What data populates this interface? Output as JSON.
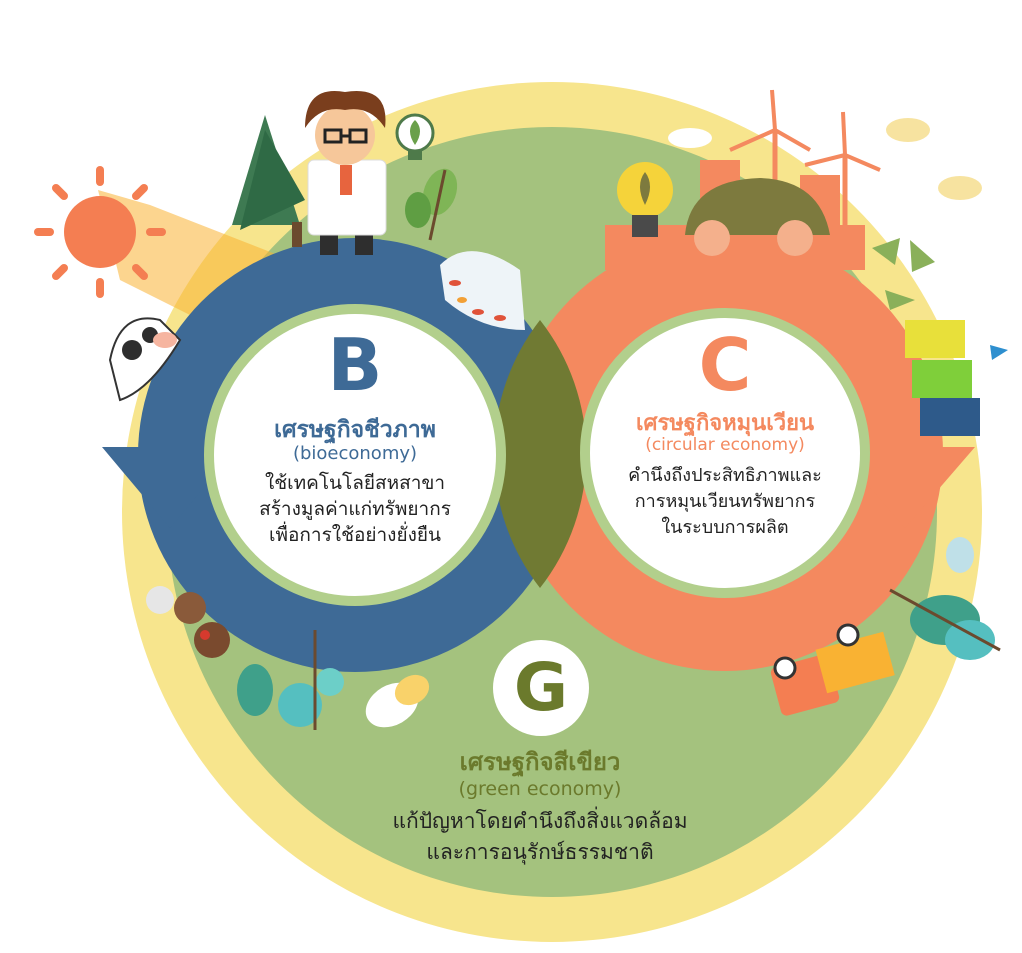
{
  "colors": {
    "outer_ring": "#f7e58d",
    "green_field": "#a4c27e",
    "blue": "#3e6a96",
    "orange": "#f4895f",
    "overlap": "#707a33",
    "inner_ring": "#b2cf8c",
    "inner_fill": "#ffffff",
    "g_color": "#6b7a2c",
    "sun": "#f47e52"
  },
  "bio": {
    "letter": "B",
    "title": "เศรษฐกิจชีวภาพ",
    "subtitle": "(bioeconomy)",
    "line1": "ใช้เทคโนโลยีสหสาขา",
    "line2": "สร้างมูลค่าแก่ทรัพยากร",
    "line3": "เพื่อการใช้อย่างยั่งยืน"
  },
  "circular": {
    "letter": "C",
    "title": "เศรษฐกิจหมุนเวียน",
    "subtitle": "(circular economy)",
    "line1": "คำนึงถึงประสิทธิภาพและ",
    "line2": "การหมุนเวียนทรัพยากร",
    "line3": "ในระบบการผลิต"
  },
  "green": {
    "letter": "G",
    "title": "เศรษฐกิจสีเขียว",
    "subtitle": "(green economy)",
    "line1": "แก้ปัญหาโดยคำนึงถึงสิ่งแวดล้อม",
    "line2": "และการอนุรักษ์ธรรมชาติ"
  },
  "icons": [
    "sun-icon",
    "scientist-icon",
    "lightbulb-icon",
    "tree-icon",
    "fish-icon",
    "cow-icon",
    "turkey-icon",
    "leaf-icon",
    "car-icon",
    "wind-turbine-icon",
    "recycle-icon",
    "cloud-icon",
    "truck-icon"
  ]
}
